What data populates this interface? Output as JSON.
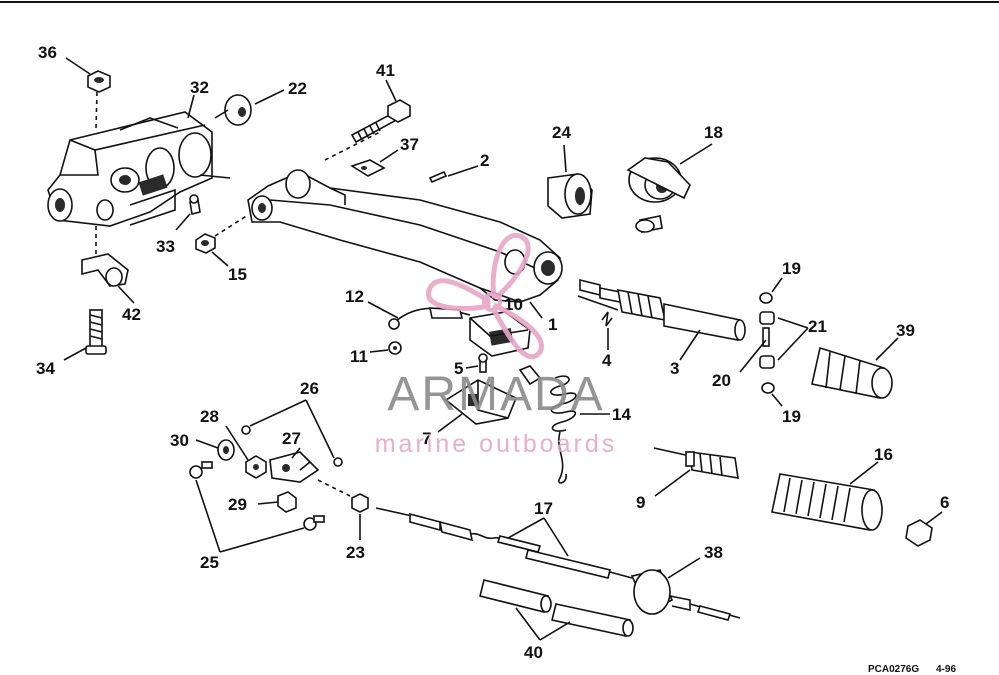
{
  "diagram": {
    "part_labels": {
      "p1": "1",
      "p2": "2",
      "p3": "3",
      "p4": "4",
      "p5": "5",
      "p6": "6",
      "p7": "7",
      "p9": "9",
      "p10": "10",
      "p11": "11",
      "p12": "12",
      "p14": "14",
      "p15": "15",
      "p16": "16",
      "p17": "17",
      "p18": "18",
      "p19a": "19",
      "p19b": "19",
      "p20": "20",
      "p21": "21",
      "p22": "22",
      "p23": "23",
      "p24": "24",
      "p25": "25",
      "p26": "26",
      "p27": "27",
      "p28": "28",
      "p29": "29",
      "p30": "30",
      "p32": "32",
      "p33": "33",
      "p34": "34",
      "p36": "36",
      "p37": "37",
      "p38": "38",
      "p39": "39",
      "p40": "40",
      "p41": "41",
      "p42": "42"
    },
    "footer_code": "PCA0276G",
    "footer_date": "4-96"
  },
  "watermark": {
    "brand": "ARMADA",
    "tagline": "marine outboards",
    "brand_color": "#8a8a8a",
    "accent_color": "#e8a6c6"
  }
}
